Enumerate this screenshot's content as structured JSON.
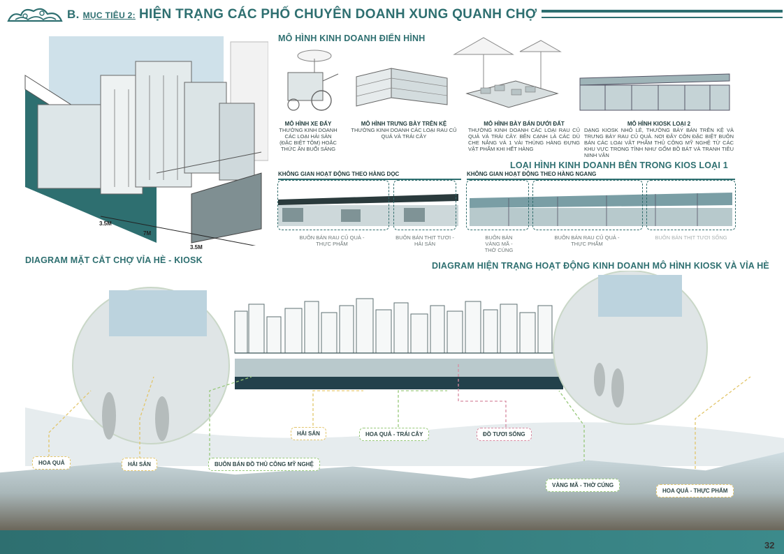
{
  "header": {
    "prefix": "B.",
    "label_small": "MỤC TIÊU 2:",
    "label_big": "HIỆN TRẠNG CÁC PHỐ CHUYÊN DOANH XUNG QUANH CHỢ"
  },
  "typical_models": {
    "heading": "MÔ HÌNH KINH DOANH ĐIỂN HÌNH",
    "items": [
      {
        "title": "MÔ HÌNH XE ĐẨY",
        "desc": "THƯỜNG KINH DOANH CÁC LOẠI HẢI SẢN (ĐẶC BIỆT TÔM) HOẶC THỨC ĂN BUỔI SÁNG"
      },
      {
        "title": "MÔ HÌNH TRƯNG BÀY TRÊN KỆ",
        "desc": "THƯỜNG KINH DOANH CÁC LOẠI RAU CỦ QUẢ VÀ TRÁI CÂY"
      },
      {
        "title": "MÔ HÌNH BÀY BÁN DƯỚI ĐẤT",
        "desc": "THƯỜNG KINH DOANH CÁC LOẠI RAU CỦ QUẢ VÀ TRÁI CÂY. BÊN CẠNH LÀ CÁC DÙ CHE NẮNG VÀ 1 VÀI THÙNG HÀNG ĐỰNG VẬT PHẨM KHI HẾT HÀNG"
      },
      {
        "title": "MÔ HÌNH KIOSK LOẠI 2",
        "desc": "DẠNG KIOSK NHỎ LẺ, THƯỜNG BÀY BÁN TRÊN KỆ VÀ TRƯNG BÀY RAU CỦ QUẢ. NƠI ĐÂY CÒN ĐẶC BIỆT BUÔN BÁN CÁC LOẠI VẬT PHẨM THỦ CÔNG MỸ NGHỆ TỪ CÁC KHU VỰC TRONG TỈNH NHƯ GỐM BỒ BÁT VÀ TRANH TIÊU NINH VÂN"
      }
    ]
  },
  "kiosk_types": {
    "heading": "LOẠI HÌNH KINH DOANH BÊN TRONG KIOS LOẠI 1",
    "vertical_label": "KHÔNG GIAN HOẠT ĐỘNG THEO HÀNG DỌC",
    "horizontal_label": "KHÔNG GIAN HOẠT ĐỘNG THEO HÀNG NGANG",
    "captions": [
      "BUÔN BÁN RAU CỦ QUẢ - THỰC PHẨM",
      "BUÔN BÁN THỊT TƯƠI - HẢI SẢN",
      "BUÔN BÁN VÀNG MÃ - THỜ CÚNG",
      "BUÔN BÁN RAU CỦ QUẢ - THỰC PHẨM",
      "BUÔN BÁN THỊT TƯƠI SỐNG"
    ]
  },
  "dimensions": {
    "d1": "3.5M",
    "d2": "7M",
    "d3": "3.5M"
  },
  "section_diagram": {
    "heading": "DIAGRAM MẶT CẮT CHỢ VỈA HÈ - KIOSK"
  },
  "activity_diagram": {
    "heading": "DIAGRAM HIỆN TRẠNG HOẠT ĐỘNG KINH DOANH MÔ HÌNH KIOSK VÀ VỈA HÈ"
  },
  "tags": {
    "hai_san_1": "HẢI SẢN",
    "hoa_qua_trai_cay": "HOA QUẢ - TRÁI CÂY",
    "do_tuoi_song": "ĐỒ TƯƠI SỐNG",
    "hoa_qua": "HOA QUẢ",
    "hai_san_2": "HẢI SẢN",
    "thu_cong": "BUÔN BÁN ĐỒ THỦ CÔNG MỸ NGHỆ",
    "vang_ma": "VÀNG MÃ - THỜ CÚNG",
    "hoa_qua_thuc_pham": "HOA QUẢ - THỰC PHẨM"
  },
  "page_number": "32",
  "colors": {
    "accent": "#2e6f70",
    "yellow": "#e2c56a",
    "green": "#97c87a",
    "pink": "#d78aa0"
  }
}
